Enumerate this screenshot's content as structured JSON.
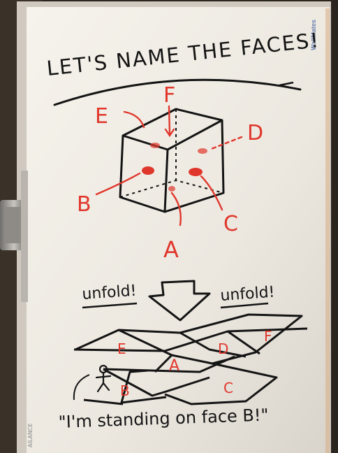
{
  "brand": "WallMates",
  "title": "LET'S NAME THE FACES!",
  "faces": {
    "a": "A",
    "b": "B",
    "c": "C",
    "d": "D",
    "e": "E",
    "f": "F"
  },
  "unfold_left": "unfold!",
  "unfold_right": "unfold!",
  "caption": "\"I'm standing on face B!\"",
  "side_text": "AILANCE",
  "colors": {
    "ink": "#141414",
    "red": "#e0372c",
    "paper": "#f4f1ea"
  }
}
